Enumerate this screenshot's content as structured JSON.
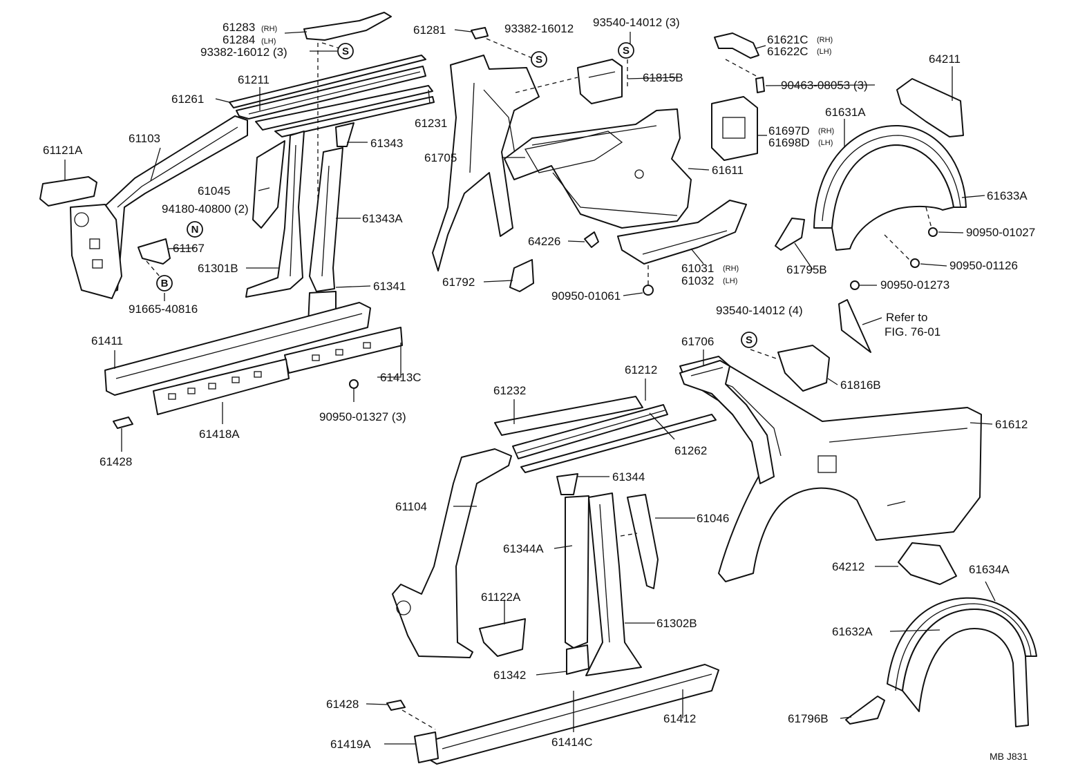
{
  "footer_code": "MB  J831",
  "symbols": {
    "s": "S",
    "n": "N",
    "b": "B"
  },
  "labels": {
    "p61283": "61283",
    "p61283_suffix": "(RH)",
    "p61284": "61284",
    "p61284_suffix": "(LH)",
    "p93382_a": "93382-16012 (3)",
    "p61211": "61211",
    "p61261": "61261",
    "p61231": "61231",
    "p61103": "61103",
    "p61121A": "61121A",
    "p61343": "61343",
    "p61045": "61045",
    "p94180": "94180-40800 (2)",
    "p61343A": "61343A",
    "p61167": "61167",
    "p61301B": "61301B",
    "p91665": "91665-40816",
    "p61341": "61341",
    "p61411": "61411",
    "p61413C": "61413C",
    "p61418A": "61418A",
    "p90950_01327": "90950-01327 (3)",
    "p61428_a": "61428",
    "p61281": "61281",
    "p93382_b": "93382-16012",
    "p93540_a": "93540-14012 (3)",
    "p61815B": "61815B",
    "p61705": "61705",
    "p61611": "61611",
    "p64226": "64226",
    "p61792": "61792",
    "p61031": "61031",
    "p61031_suffix": "(RH)",
    "p61032": "61032",
    "p61032_suffix": "(LH)",
    "p90950_01061": "90950-01061",
    "p61621C": "61621C",
    "p61621C_suffix": "(RH)",
    "p61622C": "61622C",
    "p61622C_suffix": "(LH)",
    "p90463": "90463-08053 (3)",
    "p61697D": "61697D",
    "p61697D_suffix": "(RH)",
    "p61698D": "61698D",
    "p61698D_suffix": "(LH)",
    "p64211": "64211",
    "p61631A": "61631A",
    "p61633A": "61633A",
    "p90950_01027": "90950-01027",
    "p61795B": "61795B",
    "p90950_01126": "90950-01126",
    "p90950_01273": "90950-01273",
    "refer_line1": "Refer to",
    "refer_line2": "FIG. 76-01",
    "p93540_b": "93540-14012 (4)",
    "p61706": "61706",
    "p61816B": "61816B",
    "p61212": "61212",
    "p61232": "61232",
    "p61262": "61262",
    "p61612": "61612",
    "p61344": "61344",
    "p61104": "61104",
    "p61046": "61046",
    "p61344A": "61344A",
    "p61122A": "61122A",
    "p61302B": "61302B",
    "p64212": "64212",
    "p61634A": "61634A",
    "p61632A": "61632A",
    "p61342": "61342",
    "p61428_b": "61428",
    "p61412": "61412",
    "p61796B": "61796B",
    "p61419A": "61419A",
    "p61414C": "61414C"
  }
}
